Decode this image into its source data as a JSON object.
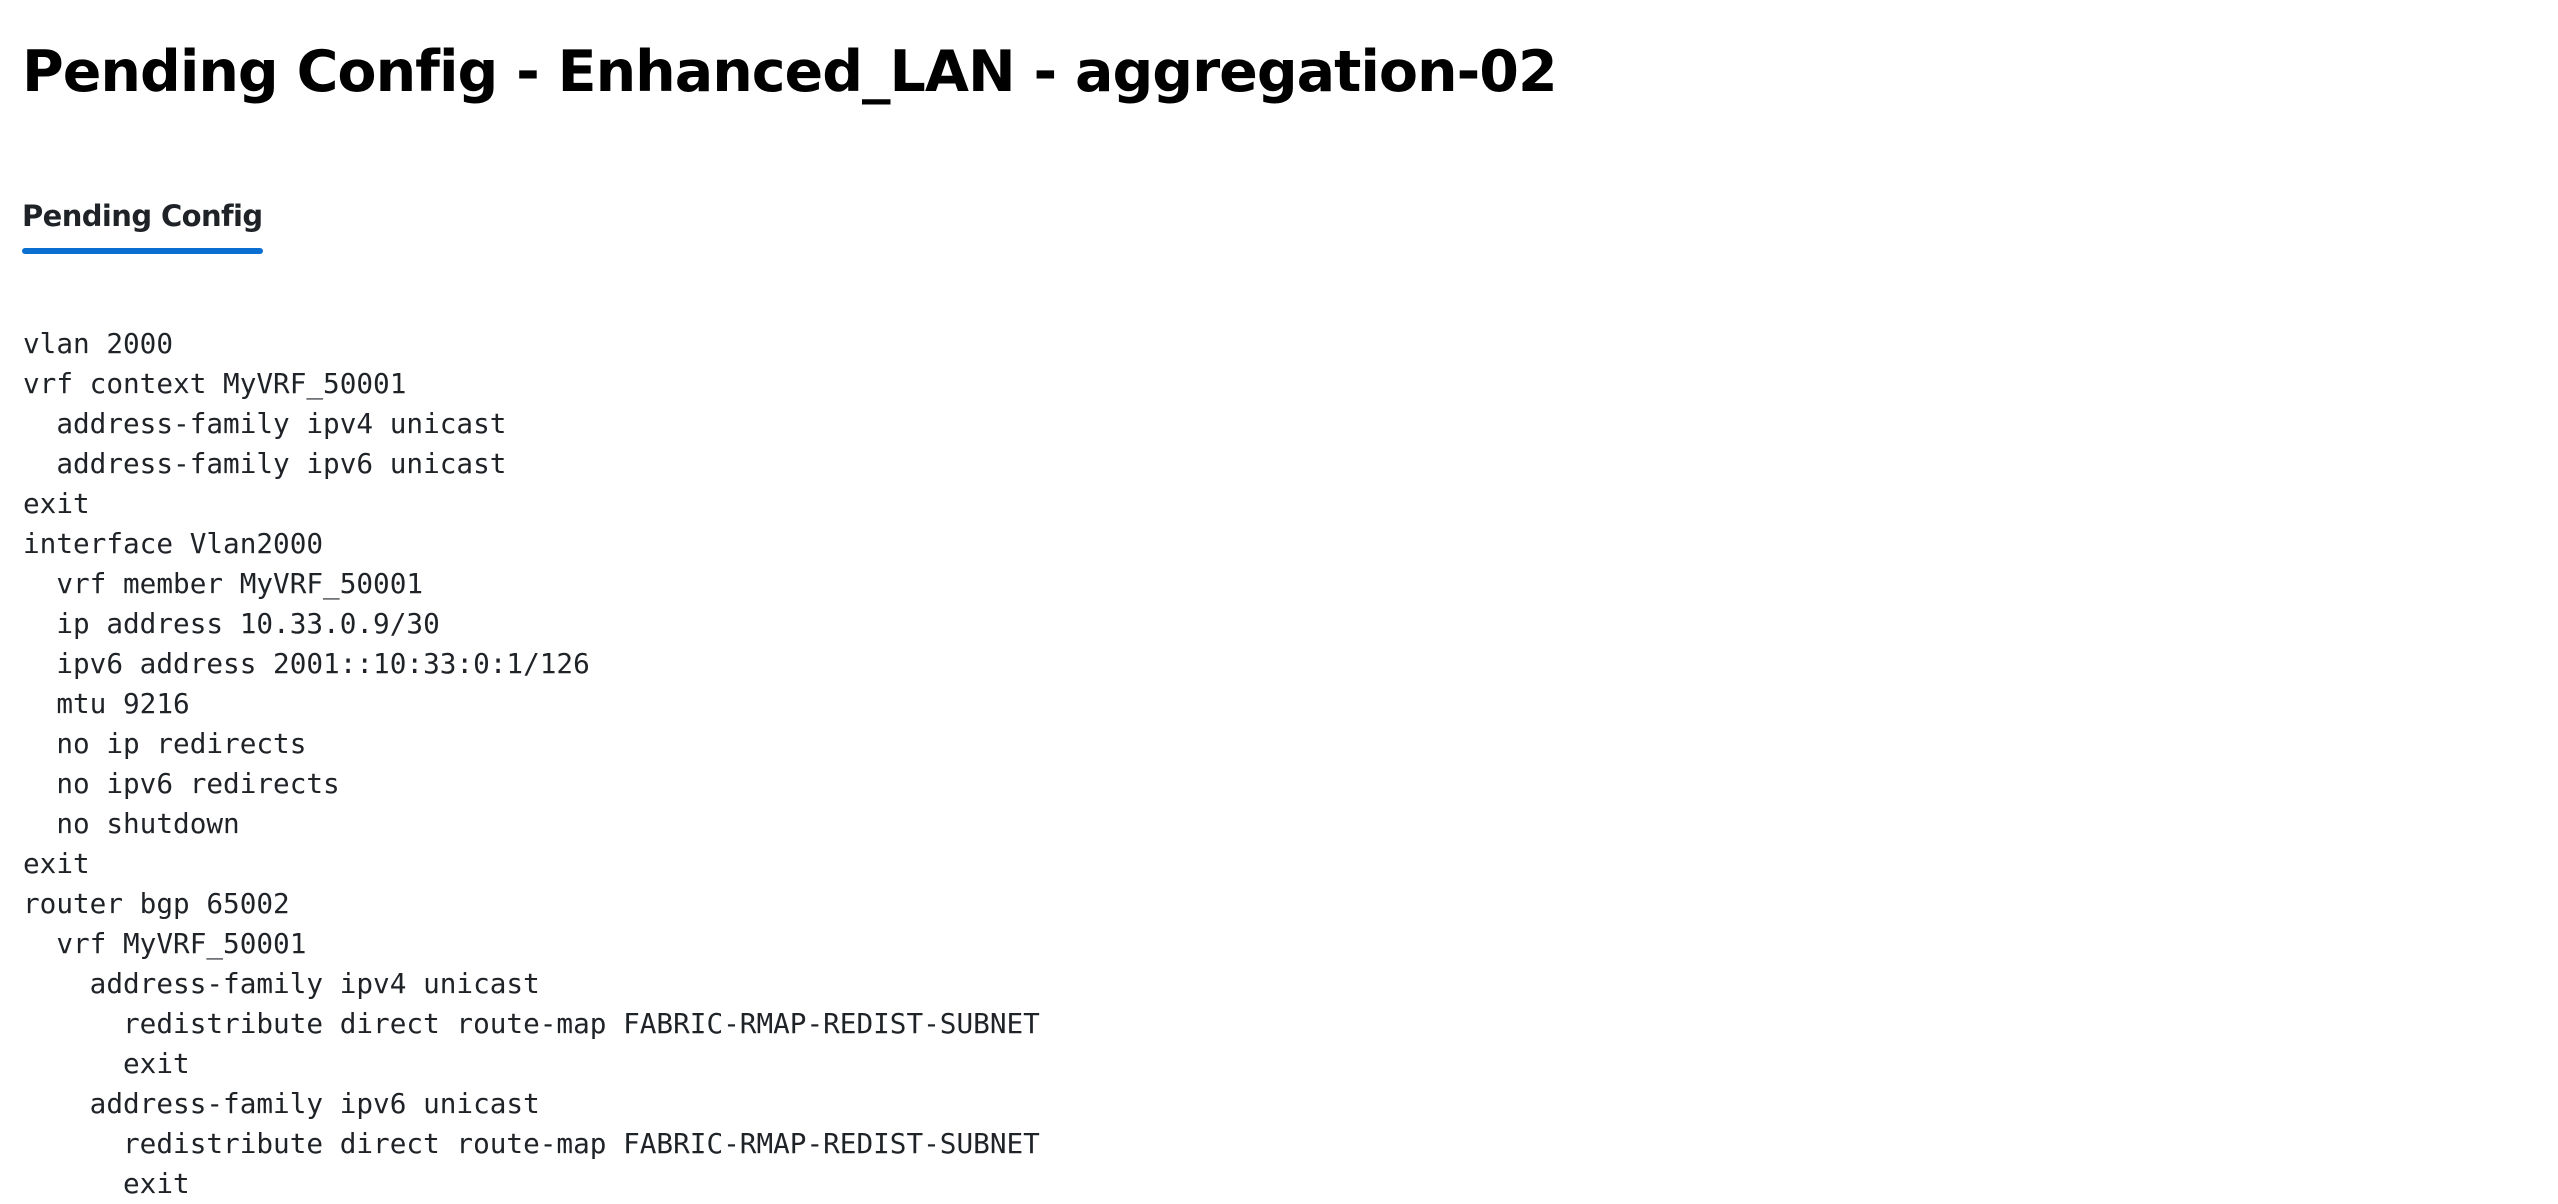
{
  "header": {
    "title": "Pending Config - Enhanced_LAN - aggregation-02"
  },
  "tabs": [
    {
      "label": "Pending Config",
      "active": true
    }
  ],
  "colors": {
    "accent": "#0a6fd0",
    "text": "#1f2328",
    "title": "#000000",
    "background": "#ffffff"
  },
  "config": {
    "lines": [
      "vlan 2000",
      "vrf context MyVRF_50001",
      "  address-family ipv4 unicast",
      "  address-family ipv6 unicast",
      "exit",
      "interface Vlan2000",
      "  vrf member MyVRF_50001",
      "  ip address 10.33.0.9/30",
      "  ipv6 address 2001::10:33:0:1/126",
      "  mtu 9216",
      "  no ip redirects",
      "  no ipv6 redirects",
      "  no shutdown",
      "exit",
      "router bgp 65002",
      "  vrf MyVRF_50001",
      "    address-family ipv4 unicast",
      "      redistribute direct route-map FABRIC-RMAP-REDIST-SUBNET",
      "      exit",
      "    address-family ipv6 unicast",
      "      redistribute direct route-map FABRIC-RMAP-REDIST-SUBNET",
      "      exit"
    ]
  }
}
